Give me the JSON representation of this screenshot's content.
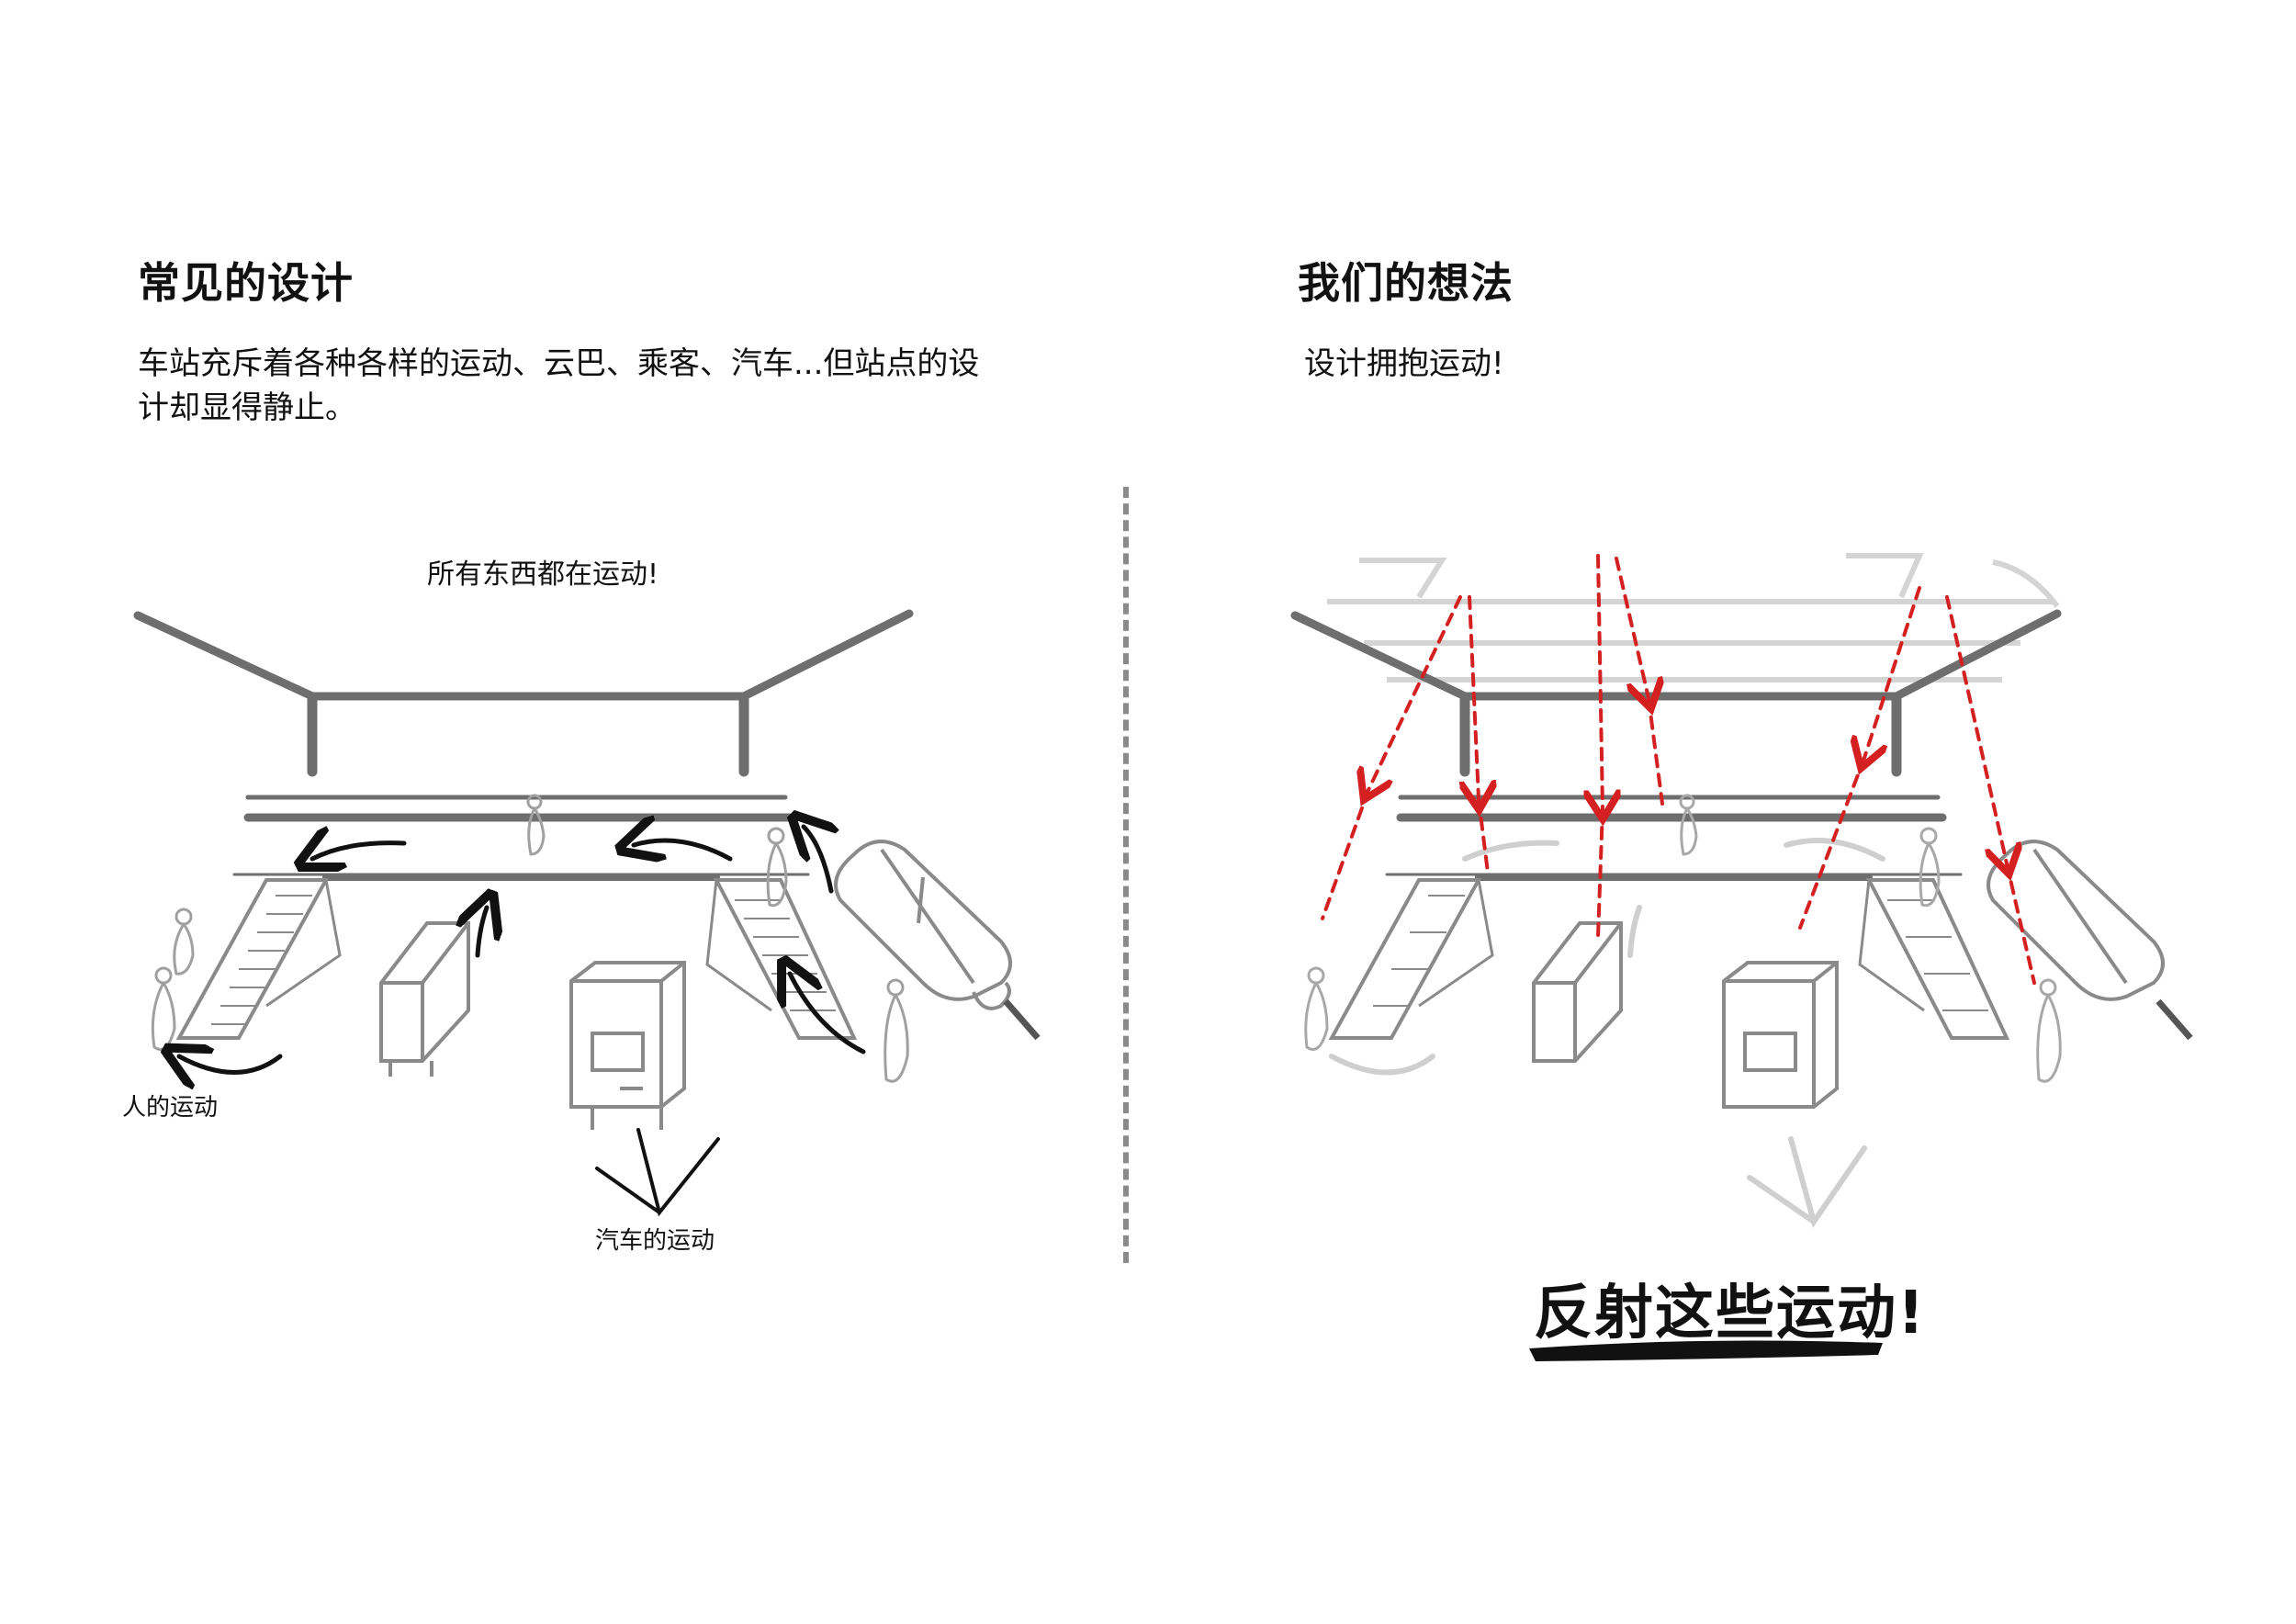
{
  "left": {
    "heading": "常见的设计",
    "description_line1": "车站充斥着各种各样的运动、云巴、乘客、汽车...但站点的设",
    "description_line2": "计却显得静止。",
    "sketch_caption": "所有东西都在运动!",
    "people_label": "人的运动",
    "car_label": "汽车的运动"
  },
  "right": {
    "heading": "我们的想法",
    "description": "设计拥抱运动!",
    "slogan": "反射这些运动!"
  },
  "colors": {
    "ink": "#111111",
    "sketch_grey": "#6e6e6e",
    "faded_grey": "#c8c8c8",
    "accent_red": "#d42020"
  }
}
